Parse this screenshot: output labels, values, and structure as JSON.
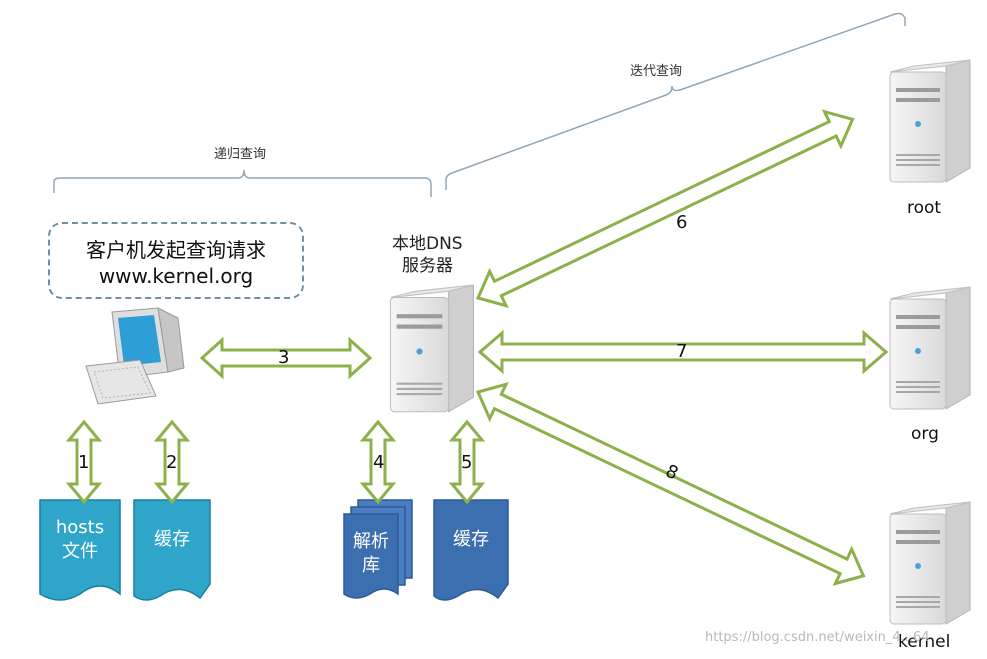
{
  "labels": {
    "recursive_query": "递归查询",
    "iterative_query": "迭代查询",
    "client_request_line1": "客户机发起查询请求",
    "client_request_line2": "www.kernel.org",
    "local_dns": "本地DNS",
    "local_dns_sub": "服务器",
    "root": "root",
    "org": "org",
    "kernel": "kernel",
    "hosts_file_line1": "hosts",
    "hosts_file_line2": "文件",
    "cache_client": "缓存",
    "resolve_lib_line1": "解析",
    "resolve_lib_line2": "库",
    "cache_dns": "缓存",
    "watermark": "https://blog.csdn.net/weixin_4...64"
  },
  "steps": [
    "1",
    "2",
    "3",
    "4",
    "5",
    "6",
    "7",
    "8"
  ],
  "colors": {
    "arrow_stroke": "#8db04a",
    "brace": "#8fa7b8",
    "client_doc": "#2fa6c9",
    "dns_doc": "#3b6fb0",
    "server_body": "#eeeeee"
  }
}
